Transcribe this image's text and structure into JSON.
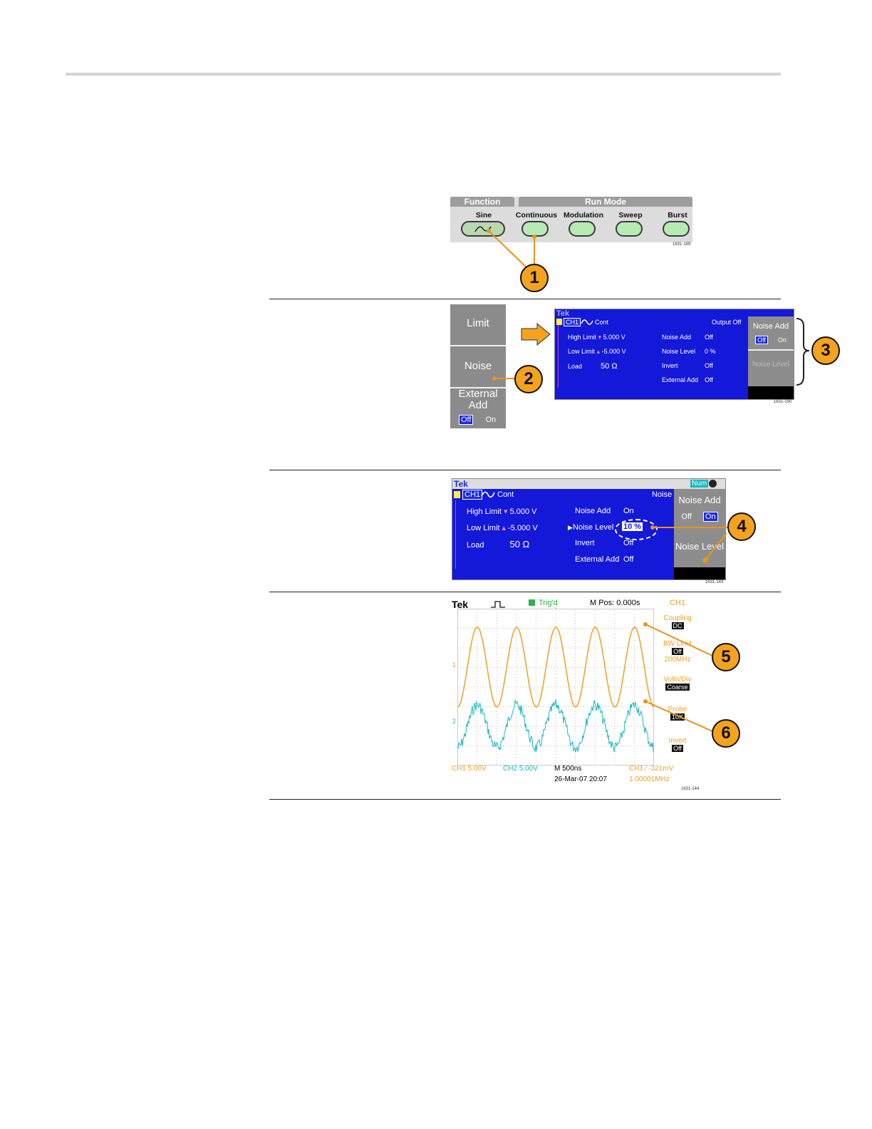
{
  "figure1": {
    "function_header": "Function",
    "runmode_header": "Run Mode",
    "buttons": [
      "Sine",
      "Continuous",
      "Modulation",
      "Sweep",
      "Burst"
    ],
    "figure_id": "1631-189",
    "callout": "1"
  },
  "figure2": {
    "side_menu": [
      "Limit",
      "Noise",
      "External Add"
    ],
    "side_toggle": {
      "off": "Off",
      "on": "On"
    },
    "screen": {
      "brand": "Tek",
      "channel": "CH1",
      "mode": "Cont",
      "status": "Output Off",
      "rows": [
        {
          "label": "High Limit",
          "value": "5.000 V"
        },
        {
          "label": "Low Limit",
          "value": "-5.000 V"
        },
        {
          "label": "Load",
          "value": "50 Ω"
        }
      ],
      "rows_right": [
        {
          "label": "Noise Add",
          "value": "Off"
        },
        {
          "label": "Noise Level",
          "value": "0 %"
        },
        {
          "label": "Invert",
          "value": "Off"
        },
        {
          "label": "External Add",
          "value": "Off"
        }
      ],
      "menu": {
        "title": "Noise Add",
        "off": "Off",
        "on": "On",
        "level": "Noise Level"
      }
    },
    "figure_id": "1631-190",
    "callout_side": "2",
    "callout_menu": "3"
  },
  "figure3": {
    "brand": "Tek",
    "num": "Num",
    "channel": "CH1",
    "mode": "Cont",
    "status": "Noise",
    "rows": [
      {
        "label": "High Limit",
        "value": "5.000 V"
      },
      {
        "label": "Low Limit",
        "value": "-5.000 V"
      },
      {
        "label": "Load",
        "value": "50 Ω"
      }
    ],
    "rows_right": [
      {
        "label": "Noise Add",
        "value": "On"
      },
      {
        "label": "Noise Level",
        "value": "10 %"
      },
      {
        "label": "Invert",
        "value": "Off"
      },
      {
        "label": "External Add",
        "value": "Off"
      }
    ],
    "menu": {
      "title": "Noise Add",
      "off": "Off",
      "on": "On",
      "level": "Noise Level"
    },
    "figure_id": "1631-143",
    "callout": "4"
  },
  "figure4": {
    "brand": "Tek",
    "trig": "Trig'd",
    "mpos": "M Pos: 0.000s",
    "channel_menu": "CH1",
    "menu": [
      {
        "label": "Coupling",
        "value": "DC"
      },
      {
        "label": "BW Limit",
        "value": "Off",
        "extra": "200MHz"
      },
      {
        "label": "Volts/Div",
        "value": "Coarse"
      },
      {
        "label": "Probe",
        "value": "10X"
      },
      {
        "label": "Invert",
        "value": "Off"
      }
    ],
    "ch1_scale": "CH1  5.00V",
    "ch2_scale": "CH2  5.00V",
    "timebase": "M 500ns",
    "date": "26-Mar-07 20:07",
    "trigger": "CH1 ∕ -321mV",
    "freq": "1.00001MHz",
    "marker1": "1",
    "marker2": "2",
    "figure_id": "1631-144",
    "callout_ch1": "5",
    "callout_ch2": "6",
    "colors": {
      "ch1": "#f0a020",
      "ch2": "#1ab8c0"
    }
  }
}
